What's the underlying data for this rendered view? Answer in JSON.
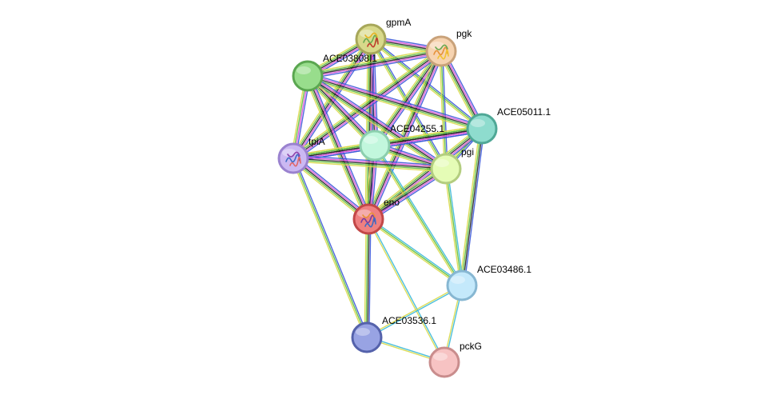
{
  "network": {
    "nodes": [
      {
        "id": "gpmA",
        "label": "gpmA",
        "fill": "#d8d98a",
        "stroke": "#a7a75a",
        "has_structure": true,
        "struct_colors": [
          "#6aa84f",
          "#e6b422",
          "#c0392b"
        ]
      },
      {
        "id": "pgk",
        "label": "pgk",
        "fill": "#f6d3b0",
        "stroke": "#c9a27a",
        "has_structure": true,
        "struct_colors": [
          "#e69138",
          "#6aa84f",
          "#f1c232"
        ]
      },
      {
        "id": "ACE03808.1",
        "label": "ACE03808.1",
        "fill": "#98dd8c",
        "stroke": "#5aa650",
        "has_structure": false
      },
      {
        "id": "ACE05011.1",
        "label": "ACE05011.1",
        "fill": "#8edcce",
        "stroke": "#4fa896",
        "has_structure": false
      },
      {
        "id": "ACE04255.1",
        "label": "ACE04255.1",
        "fill": "#c2f7dd",
        "stroke": "#8ccfae",
        "has_structure": false
      },
      {
        "id": "tpiA",
        "label": "tpiA",
        "fill": "#cbb8f2",
        "stroke": "#9a82cf",
        "has_structure": true,
        "struct_colors": [
          "#3d6cc4",
          "#8e44ad",
          "#e06666"
        ]
      },
      {
        "id": "pgi",
        "label": "pgi",
        "fill": "#e5fcb6",
        "stroke": "#b3cd7f",
        "has_structure": false
      },
      {
        "id": "eno",
        "label": "eno",
        "fill": "#ef8080",
        "stroke": "#c24747",
        "has_structure": true,
        "struct_colors": [
          "#7a3c9e",
          "#e69138",
          "#3d6cc4"
        ]
      },
      {
        "id": "ACE03486.1",
        "label": "ACE03486.1",
        "fill": "#c4e9fb",
        "stroke": "#87b7d2",
        "has_structure": false
      },
      {
        "id": "ACE03536.1",
        "label": "ACE03536.1",
        "fill": "#98a3e3",
        "stroke": "#5562ab",
        "has_structure": false
      },
      {
        "id": "pckG",
        "label": "pckG",
        "fill": "#f7c3c3",
        "stroke": "#c98d8d",
        "has_structure": false
      }
    ],
    "edges": [
      {
        "source": "gpmA",
        "target": "pgk",
        "types": [
          "#3b58d8",
          "#d84fd8",
          "#222222",
          "#5fbf3b",
          "#d9d94a"
        ]
      },
      {
        "source": "gpmA",
        "target": "ACE03808.1",
        "types": [
          "#3b58d8",
          "#d84fd8",
          "#222222",
          "#5fbf3b",
          "#d9d94a"
        ]
      },
      {
        "source": "gpmA",
        "target": "ACE05011.1",
        "types": [
          "#3b58d8",
          "#5fbf3b",
          "#d9d94a"
        ]
      },
      {
        "source": "gpmA",
        "target": "ACE04255.1",
        "types": [
          "#3b58d8",
          "#d84fd8",
          "#222222",
          "#5fbf3b",
          "#d9d94a"
        ]
      },
      {
        "source": "gpmA",
        "target": "tpiA",
        "types": [
          "#3b58d8",
          "#d84fd8",
          "#222222",
          "#5fbf3b",
          "#d9d94a"
        ]
      },
      {
        "source": "gpmA",
        "target": "pgi",
        "types": [
          "#3b58d8",
          "#5fbf3b",
          "#d9d94a"
        ]
      },
      {
        "source": "gpmA",
        "target": "eno",
        "types": [
          "#3b58d8",
          "#d84fd8",
          "#222222",
          "#5fbf3b",
          "#d9d94a"
        ]
      },
      {
        "source": "pgk",
        "target": "ACE03808.1",
        "types": [
          "#3b58d8",
          "#d84fd8",
          "#222222",
          "#5fbf3b",
          "#d9d94a"
        ]
      },
      {
        "source": "pgk",
        "target": "ACE05011.1",
        "types": [
          "#3b58d8",
          "#d84fd8",
          "#222222",
          "#5fbf3b",
          "#d9d94a"
        ]
      },
      {
        "source": "pgk",
        "target": "ACE04255.1",
        "types": [
          "#3b58d8",
          "#d84fd8",
          "#222222",
          "#5fbf3b",
          "#d9d94a"
        ]
      },
      {
        "source": "pgk",
        "target": "tpiA",
        "types": [
          "#3b58d8",
          "#d84fd8",
          "#222222",
          "#5fbf3b",
          "#d9d94a"
        ]
      },
      {
        "source": "pgk",
        "target": "pgi",
        "types": [
          "#3b58d8",
          "#5fbf3b",
          "#d9d94a"
        ]
      },
      {
        "source": "pgk",
        "target": "eno",
        "types": [
          "#3b58d8",
          "#d84fd8",
          "#222222",
          "#5fbf3b",
          "#d9d94a"
        ]
      },
      {
        "source": "ACE03808.1",
        "target": "ACE05011.1",
        "types": [
          "#3b58d8",
          "#d84fd8",
          "#222222",
          "#5fbf3b",
          "#d9d94a"
        ]
      },
      {
        "source": "ACE03808.1",
        "target": "ACE04255.1",
        "types": [
          "#3b58d8",
          "#d84fd8",
          "#222222",
          "#5fbf3b",
          "#d9d94a"
        ]
      },
      {
        "source": "ACE03808.1",
        "target": "tpiA",
        "types": [
          "#3b58d8",
          "#d84fd8",
          "#5fbf3b",
          "#d9d94a"
        ]
      },
      {
        "source": "ACE03808.1",
        "target": "pgi",
        "types": [
          "#3b58d8",
          "#d84fd8",
          "#222222",
          "#5fbf3b",
          "#d9d94a"
        ]
      },
      {
        "source": "ACE03808.1",
        "target": "eno",
        "types": [
          "#3b58d8",
          "#d84fd8",
          "#222222",
          "#5fbf3b",
          "#d9d94a"
        ]
      },
      {
        "source": "ACE05011.1",
        "target": "ACE04255.1",
        "types": [
          "#3b58d8",
          "#d84fd8",
          "#222222",
          "#5fbf3b",
          "#d9d94a"
        ]
      },
      {
        "source": "ACE05011.1",
        "target": "tpiA",
        "types": [
          "#3b58d8",
          "#d84fd8",
          "#222222",
          "#5fbf3b",
          "#d9d94a"
        ]
      },
      {
        "source": "ACE05011.1",
        "target": "pgi",
        "types": [
          "#3b58d8",
          "#5fbf3b",
          "#d9d94a"
        ]
      },
      {
        "source": "ACE05011.1",
        "target": "eno",
        "types": [
          "#3b58d8",
          "#d84fd8",
          "#222222",
          "#5fbf3b",
          "#d9d94a"
        ]
      },
      {
        "source": "ACE05011.1",
        "target": "ACE03486.1",
        "types": [
          "#3b58d8",
          "#222222",
          "#5fbf3b",
          "#d9d94a"
        ]
      },
      {
        "source": "ACE04255.1",
        "target": "tpiA",
        "types": [
          "#3b58d8",
          "#d84fd8",
          "#222222",
          "#5fbf3b",
          "#d9d94a"
        ]
      },
      {
        "source": "ACE04255.1",
        "target": "pgi",
        "types": [
          "#3b58d8",
          "#d84fd8",
          "#222222",
          "#5fbf3b",
          "#d9d94a"
        ]
      },
      {
        "source": "ACE04255.1",
        "target": "eno",
        "types": [
          "#3b58d8",
          "#d84fd8",
          "#222222",
          "#5fbf3b",
          "#d9d94a"
        ]
      },
      {
        "source": "ACE04255.1",
        "target": "ACE03486.1",
        "types": [
          "#3bb8d8",
          "#5fbf3b",
          "#d9d94a"
        ]
      },
      {
        "source": "tpiA",
        "target": "pgi",
        "types": [
          "#3b58d8",
          "#d84fd8",
          "#222222",
          "#5fbf3b",
          "#d9d94a"
        ]
      },
      {
        "source": "tpiA",
        "target": "eno",
        "types": [
          "#3b58d8",
          "#d84fd8",
          "#222222",
          "#5fbf3b",
          "#d9d94a"
        ]
      },
      {
        "source": "tpiA",
        "target": "ACE03536.1",
        "types": [
          "#3b58d8",
          "#5fbf3b",
          "#d9d94a"
        ]
      },
      {
        "source": "pgi",
        "target": "eno",
        "types": [
          "#3b58d8",
          "#d84fd8",
          "#222222",
          "#5fbf3b",
          "#d9d94a"
        ]
      },
      {
        "source": "pgi",
        "target": "ACE03486.1",
        "types": [
          "#3bb8d8",
          "#5fbf3b",
          "#d9d94a"
        ]
      },
      {
        "source": "eno",
        "target": "ACE03486.1",
        "types": [
          "#3bb8d8",
          "#5fbf3b",
          "#d9d94a"
        ]
      },
      {
        "source": "eno",
        "target": "ACE03536.1",
        "types": [
          "#3b58d8",
          "#222222",
          "#5fbf3b",
          "#d9d94a"
        ]
      },
      {
        "source": "eno",
        "target": "pckG",
        "types": [
          "#3bb8d8",
          "#d9d94a"
        ]
      },
      {
        "source": "ACE03486.1",
        "target": "ACE03536.1",
        "types": [
          "#3bb8d8",
          "#d9d94a"
        ]
      },
      {
        "source": "ACE03486.1",
        "target": "pckG",
        "types": [
          "#3bb8d8",
          "#d9d94a"
        ]
      },
      {
        "source": "ACE03536.1",
        "target": "pckG",
        "types": [
          "#3bb8d8",
          "#d9d94a"
        ]
      }
    ]
  }
}
